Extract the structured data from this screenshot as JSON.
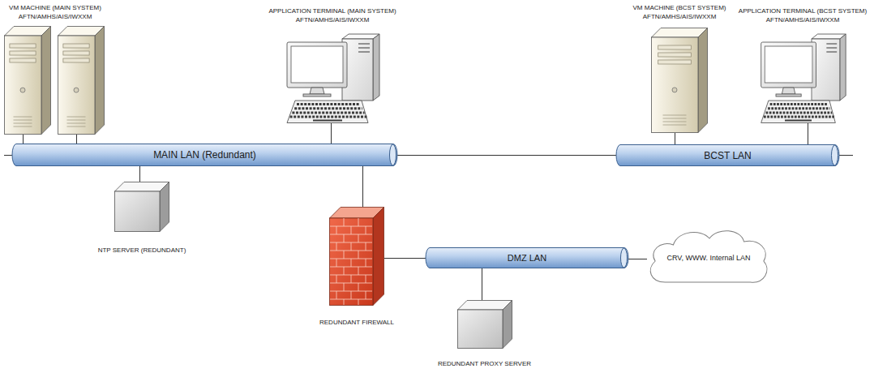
{
  "diagram": {
    "nodes": [
      {
        "text": [
          "VM MACHINE (MAIN SYSTEM)",
          "AFTN/AMHS/AIS/IWXXM"
        ]
      },
      {
        "text": [
          "APPLICATION TERMINAL (MAIN SYSTEM)",
          "AFTN/AMHS/AIS/IWXXM"
        ]
      },
      {
        "text": [
          "VM MACHINE (BCST SYSTEM)",
          "AFTN/AMHS/AIS/IWXXM"
        ]
      },
      {
        "text": [
          "APPLICATION TERMINAL (BCST SYSTEM)",
          "AFTN/AMHS/AIS/IWXXM"
        ]
      },
      {
        "text": [
          "MAIN LAN (Redundant)"
        ]
      },
      {
        "text": [
          "BCST LAN"
        ]
      },
      {
        "text": [
          "NTP SERVER (REDUNDANT)"
        ]
      },
      {
        "text": [
          "REDUNDANT FIREWALL"
        ]
      },
      {
        "text": [
          "DMZ LAN"
        ]
      },
      {
        "text": [
          "REDUNDANT PROXY SERVER"
        ]
      },
      {
        "text": [
          "CRV, WWW. Internal LAN"
        ]
      }
    ],
    "edges": [
      {
        "from": 0,
        "to": 4,
        "arrow": "none"
      },
      {
        "from": 0,
        "to": 4,
        "arrow": "none"
      },
      {
        "from": 1,
        "to": 4,
        "arrow": "none"
      },
      {
        "from": 4,
        "to": 5,
        "arrow": "none"
      },
      {
        "from": 2,
        "to": 5,
        "arrow": "none"
      },
      {
        "from": 3,
        "to": 5,
        "arrow": "none"
      },
      {
        "from": 4,
        "to": 6,
        "arrow": "none"
      },
      {
        "from": 4,
        "to": 7,
        "arrow": "none"
      },
      {
        "from": 7,
        "to": 8,
        "arrow": "none"
      },
      {
        "from": 8,
        "to": 9,
        "arrow": "none"
      },
      {
        "from": 8,
        "to": 10,
        "arrow": "none"
      }
    ]
  }
}
